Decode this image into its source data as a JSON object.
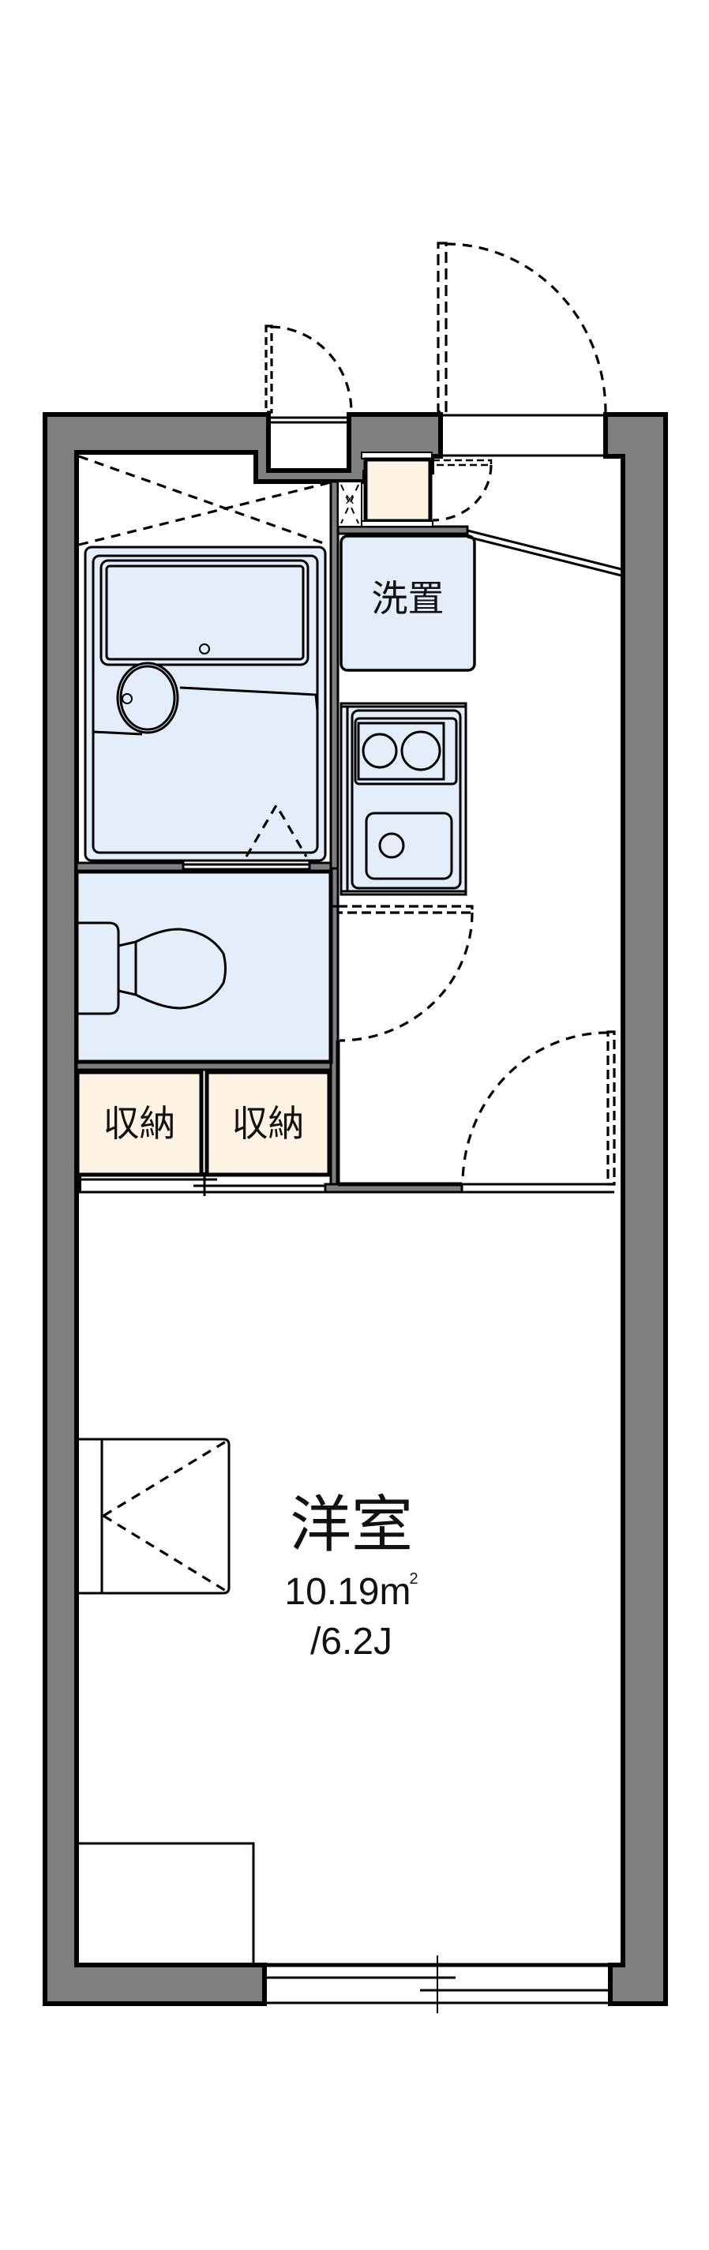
{
  "floor_plan": {
    "rooms": {
      "main_room": {
        "name": "洋室",
        "area": "10.19",
        "area_unit": "m",
        "area_unit_sup": "2",
        "tatami": "/6.2J"
      },
      "washer_space": {
        "name": "洗置"
      },
      "storage_1": {
        "name": "収納"
      },
      "storage_2": {
        "name": "収納"
      },
      "meter_box_mark": {
        "name": "X"
      }
    },
    "colors": {
      "wall": "#7f7f82",
      "wet_area": "#e4eefb",
      "storage": "#fff4e3",
      "line": "#000000"
    }
  }
}
